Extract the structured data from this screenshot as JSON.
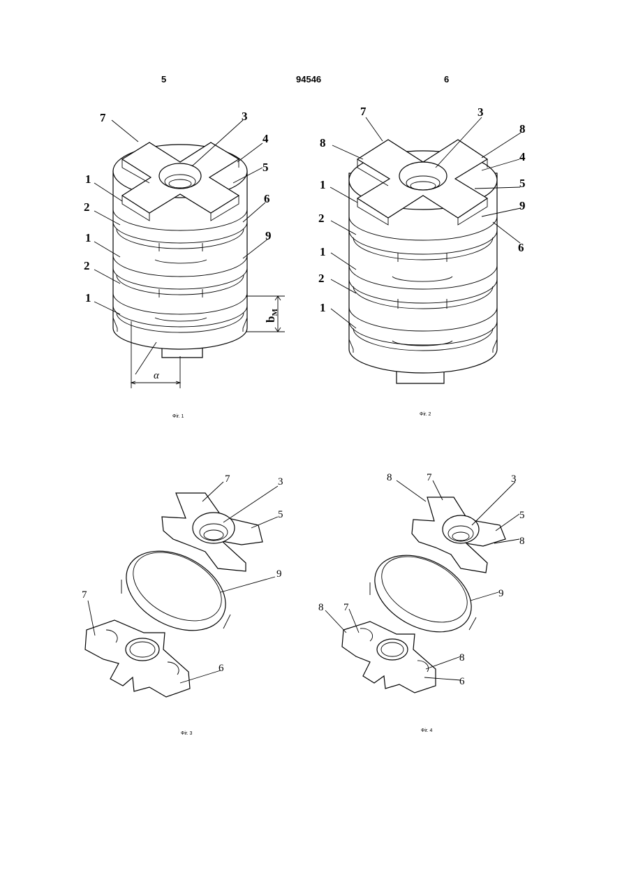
{
  "header": {
    "page_left": "5",
    "patent_number": "94546",
    "page_right": "6"
  },
  "figures": [
    {
      "caption": "Фіг. 1",
      "labels": {
        "a": "7",
        "b": "3",
        "c": "4",
        "d": "5",
        "e": "1",
        "f": "2",
        "g": "6",
        "h": "1",
        "i": "9",
        "j": "2",
        "k": "1",
        "l": "b",
        "l_sub": "M",
        "m": "α"
      }
    },
    {
      "caption": "Фіг. 2",
      "labels": {
        "a": "7",
        "b": "3",
        "c": "8",
        "d": "8",
        "e": "4",
        "f": "1",
        "g": "5",
        "h": "9",
        "i": "2",
        "j": "6",
        "k": "1",
        "l": "2",
        "m": "1"
      }
    },
    {
      "caption": "Фіг. 3",
      "labels": {
        "a": "7",
        "b": "3",
        "c": "5",
        "d": "9",
        "e": "7",
        "f": "6"
      }
    },
    {
      "caption": "Фіг. 4",
      "labels": {
        "a": "8",
        "b": "7",
        "c": "3",
        "d": "5",
        "e": "8",
        "f": "9",
        "g": "8",
        "h": "7",
        "i": "8",
        "j": "6"
      }
    }
  ]
}
